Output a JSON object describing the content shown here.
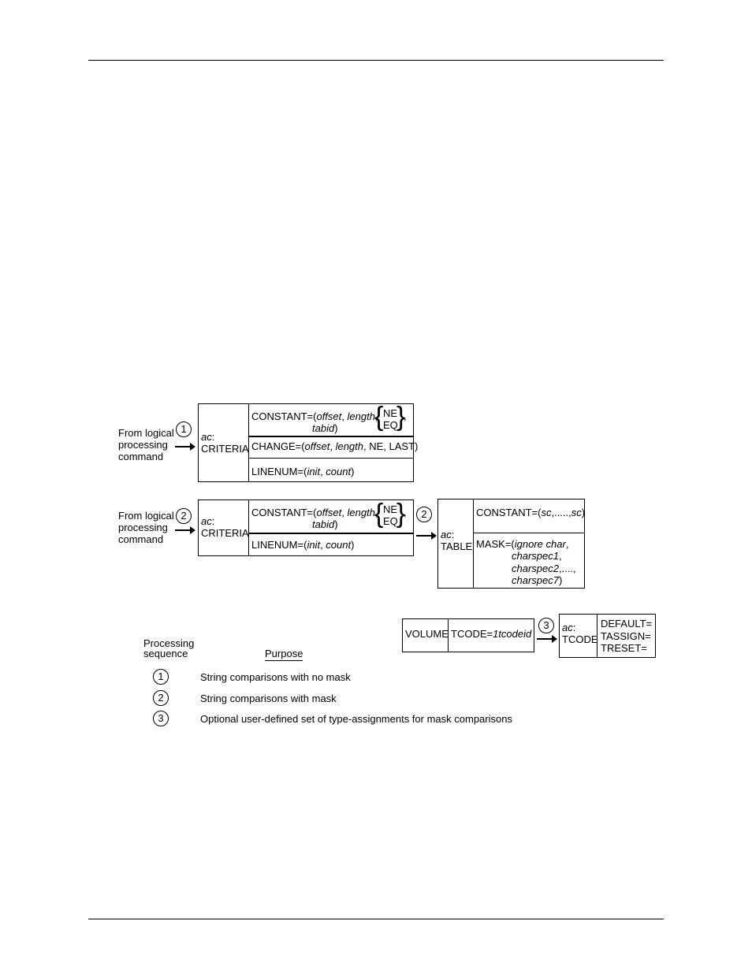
{
  "flow1": {
    "from": [
      "From logical",
      "processing",
      "command"
    ],
    "seq": "1",
    "block": {
      "ac": "ac",
      "colon": ":",
      "name": "CRITERIA"
    },
    "constant": {
      "pre": "CONSTANT=(",
      "offset": "offset",
      "sep1": ", ",
      "length": "length",
      "sep2": ",",
      "tabid": "tabid",
      "close": ")"
    },
    "ne": "NE",
    "eq": "EQ",
    "comma": ",",
    "change": {
      "pre": "CHANGE=(",
      "offset": "offset",
      "sep1": ", ",
      "length": "length",
      "post": ", NE, LAST)"
    },
    "linenum": {
      "pre": "LINENUM=(",
      "init": "init",
      "sep": ", ",
      "count": "count",
      "close": ")"
    }
  },
  "flow2": {
    "from": [
      "From logical",
      "processing",
      "command"
    ],
    "seq": "2",
    "block": {
      "ac": "ac",
      "colon": ":",
      "name": "CRITERIA"
    },
    "constant": {
      "pre": "CONSTANT=(",
      "offset": "offset",
      "sep1": ", ",
      "length": "length",
      "sep2": ",",
      "tabid": "tabid",
      "close": ")"
    },
    "ne": "NE",
    "eq": "EQ",
    "comma": ",",
    "linenum": {
      "pre": "LINENUM=(",
      "init": "init",
      "sep": ", ",
      "count": "count",
      "close": ")"
    },
    "seq_table": "2",
    "table": {
      "ac": "ac",
      "colon": ":",
      "name": "TABLE",
      "constant_pre": "CONSTANT=(",
      "sc1": "sc",
      "mid": ",.....,",
      "sc2": "sc",
      "constant_close": ")",
      "mask_pre": "MASK=(",
      "ignore": "ignore char",
      "ignore_comma": ",",
      "charspec1": "charspec1",
      "c1": ",",
      "charspec2": "charspec2",
      "c2": ",....,",
      "charspec7": "charspec7",
      "close": ")"
    }
  },
  "flow3": {
    "volume": "VOLUME",
    "tcode_pre": "TCODE=",
    "tcodeid": "1tcodeid",
    "seq": "3",
    "block": {
      "ac": "ac",
      "colon": ":",
      "name": "TCODE"
    },
    "params": [
      "DEFAULT=",
      "TASSIGN=",
      "TRESET="
    ]
  },
  "legend": {
    "heading_seq": [
      "Processing",
      "sequence"
    ],
    "heading_purpose": "Purpose",
    "items": [
      {
        "num": "1",
        "text": "String comparisons with no mask"
      },
      {
        "num": "2",
        "text": "String comparisons with mask"
      },
      {
        "num": "3",
        "text": "Optional user-defined set of type-assignments for mask comparisons"
      }
    ]
  }
}
